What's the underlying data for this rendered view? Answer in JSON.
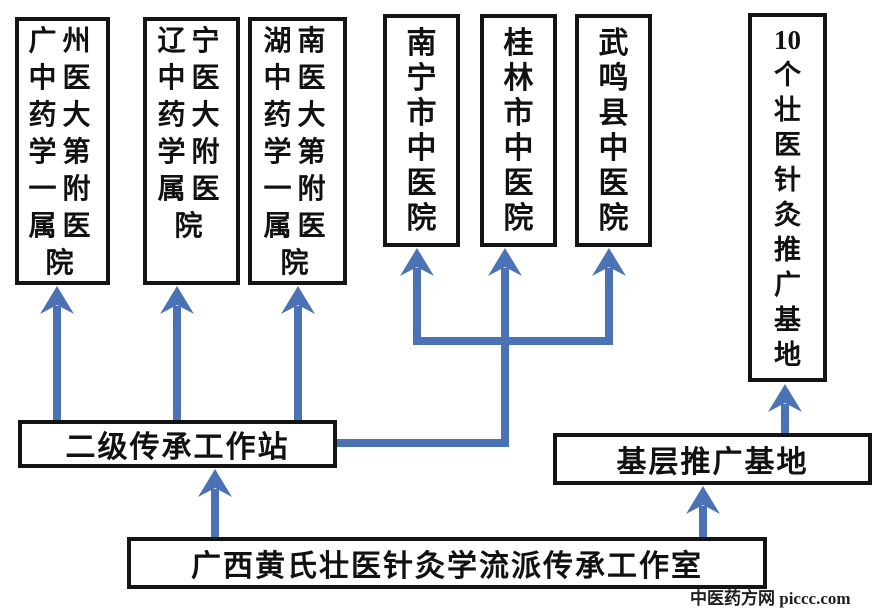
{
  "colors": {
    "arrow": "#4a72b4",
    "border": "#141414",
    "text": "#111111",
    "background": "#ffffff",
    "watermark": "#1f1f1f"
  },
  "nodes": {
    "guangzhou": {
      "name": "广州中医药大学第一附属医院",
      "display": "广州\n中医\n药大\n学第\n一附\n属医\n院"
    },
    "liaoning": {
      "name": "辽宁中医药大学附属医院",
      "display": "辽宁\n中医\n药大\n学附\n属医\n院"
    },
    "hunan": {
      "name": "湖南中医药大学第一附属医院",
      "display": "湖南\n中医\n药大\n学第\n一附\n属医\n院"
    },
    "nanning": {
      "name": "南宁市中医院",
      "display": "南\n宁\n市\n中\n医\n院"
    },
    "guilin": {
      "name": "桂林市中医院",
      "display": "桂\n林\n市\n中\n医\n院"
    },
    "wuming": {
      "name": "武鸣县中医院",
      "display": "武\n鸣\n县\n中\n医\n院"
    },
    "bases10": {
      "name": "10个壮医针灸推广基地",
      "display": "10\n个\n壮\n医\n针\n灸\n推\n广\n基\n地"
    },
    "workstation": {
      "name": "二级传承工作站"
    },
    "grassroots": {
      "name": "基层推广基地"
    },
    "studio": {
      "name": "广西黄氏壮医针灸学流派传承工作室"
    }
  },
  "connections": [
    {
      "from": "广西黄氏壮医针灸学流派传承工作室",
      "to": "二级传承工作站"
    },
    {
      "from": "广西黄氏壮医针灸学流派传承工作室",
      "to": "基层推广基地"
    },
    {
      "from": "二级传承工作站",
      "to": "广州中医药大学第一附属医院"
    },
    {
      "from": "二级传承工作站",
      "to": "辽宁中医药大学附属医院"
    },
    {
      "from": "二级传承工作站",
      "to": "湖南中医药大学第一附属医院"
    },
    {
      "from": "二级传承工作站",
      "to": "南宁市中医院"
    },
    {
      "from": "二级传承工作站",
      "to": "桂林市中医院"
    },
    {
      "from": "二级传承工作站",
      "to": "武鸣县中医院"
    },
    {
      "from": "基层推广基地",
      "to": "10个壮医针灸推广基地"
    }
  ],
  "watermark": "中医药方网 piccc.com"
}
